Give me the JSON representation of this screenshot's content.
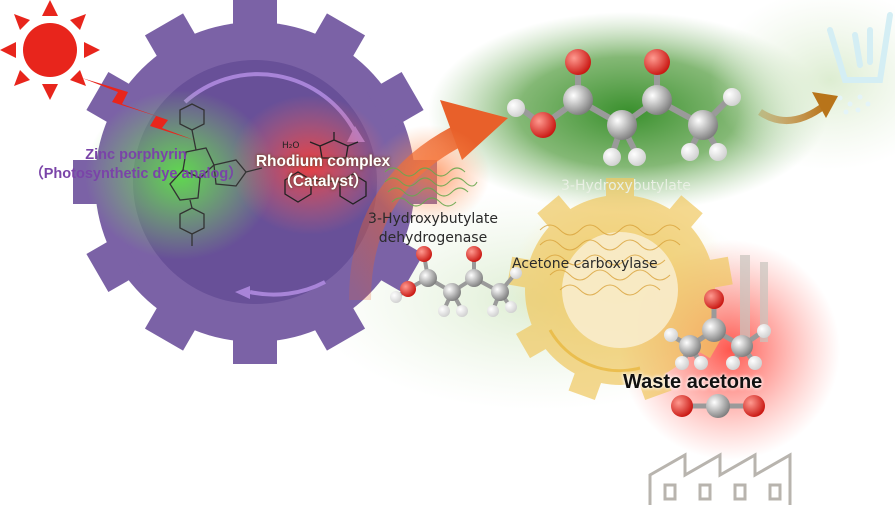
{
  "labels": {
    "zinc_line1": "Zinc porphyrin",
    "zinc_line2": "（Photosynthetic dye analog）",
    "rhodium_line1": "Rhodium complex",
    "rhodium_line2": "（Catalyst）",
    "hydroxybutyrate_top": "3-Hydroxybutylate",
    "dehydrogenase_line1": "3-Hydroxybutylate",
    "dehydrogenase_line2": "dehydrogenase",
    "acetone_carboxylase": "Acetone carboxylase",
    "waste_acetone": "Waste acetone"
  },
  "icons": {
    "sun": "sun-icon",
    "lightning": "lightning-icon",
    "factory": "factory-icon",
    "plastic": "plastic-product-icon"
  },
  "colors": {
    "gear_purple": "#7b62a6",
    "gear_gold": "#f0c860",
    "glow_green": "#3aa02a",
    "glow_red": "#f04040",
    "sun_red": "#e8251c",
    "arrow_orange": "#e8602a",
    "oxygen": "#e21e1e",
    "carbon": "#8c8c8c",
    "hydrogen": "#f4f4f4"
  }
}
